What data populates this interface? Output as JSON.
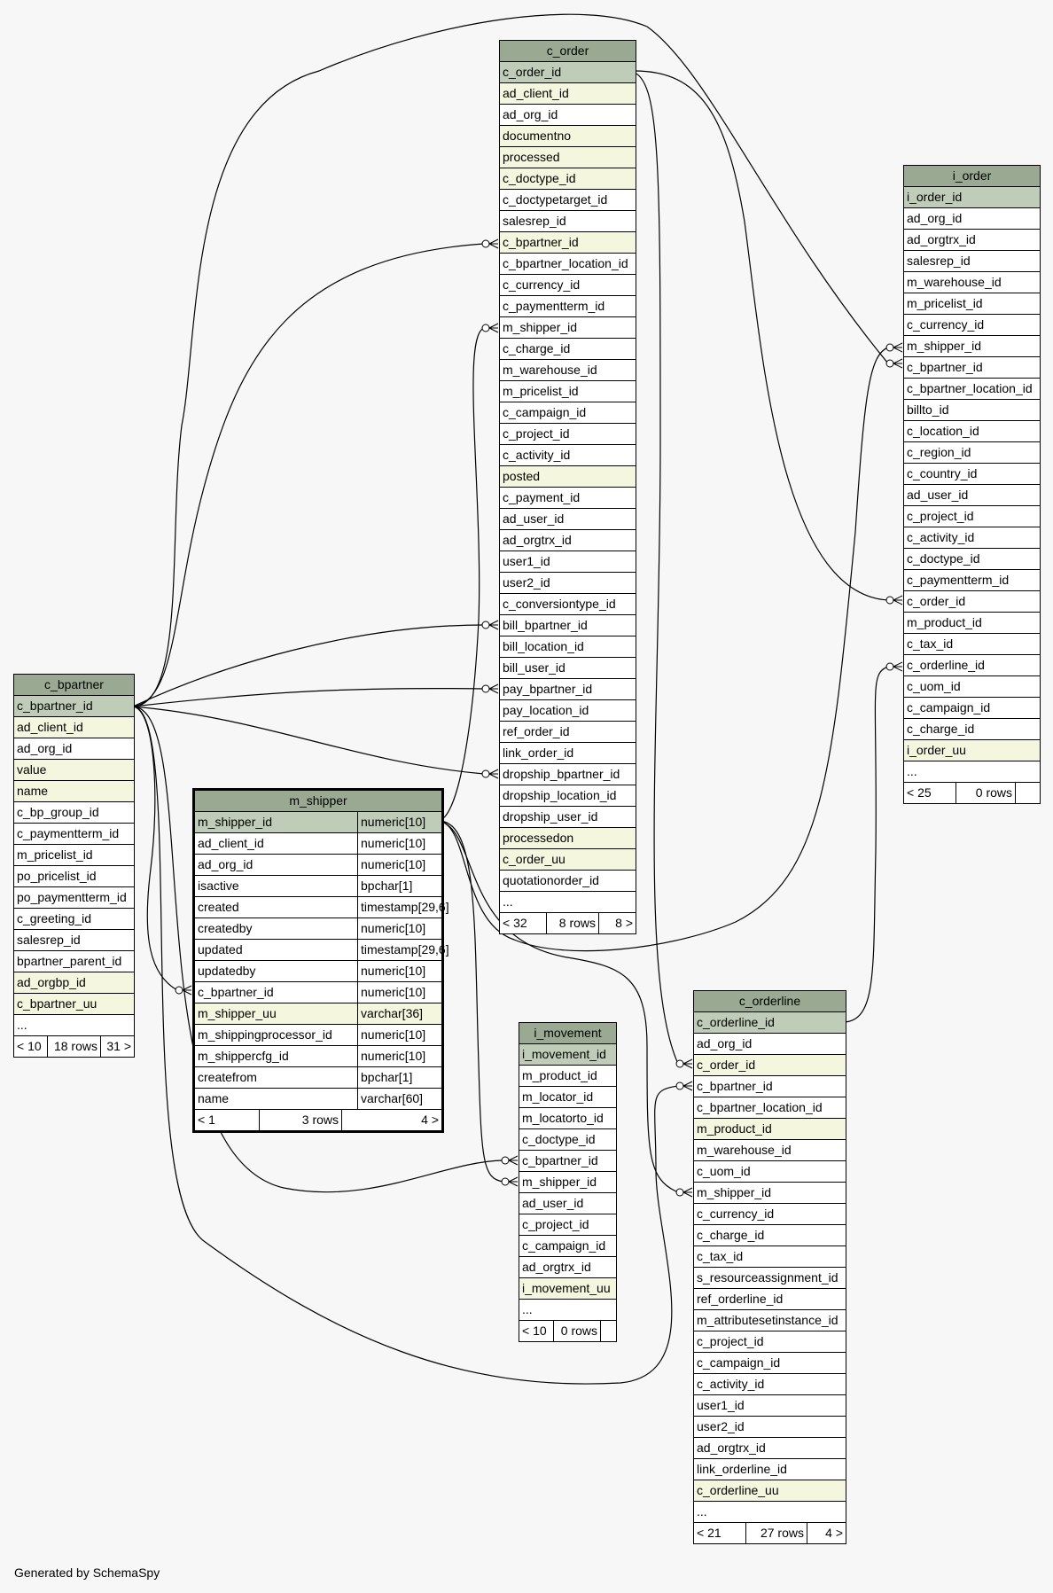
{
  "colors": {
    "title_bg": "#9aaa92",
    "pk_bg": "#bfcdb8",
    "indexed_bg": "#f4f7dd",
    "background": "#f7f7f7"
  },
  "footer": "Generated by SchemaSpy",
  "tables": {
    "c_order": {
      "name": "c_order",
      "columns": [
        {
          "name": "c_order_id",
          "style": "pk"
        },
        {
          "name": "ad_client_id",
          "style": "idx"
        },
        {
          "name": "ad_org_id",
          "style": ""
        },
        {
          "name": "documentno",
          "style": "idx"
        },
        {
          "name": "processed",
          "style": "idx"
        },
        {
          "name": "c_doctype_id",
          "style": "idx"
        },
        {
          "name": "c_doctypetarget_id",
          "style": ""
        },
        {
          "name": "salesrep_id",
          "style": ""
        },
        {
          "name": "c_bpartner_id",
          "style": "idx"
        },
        {
          "name": "c_bpartner_location_id",
          "style": ""
        },
        {
          "name": "c_currency_id",
          "style": ""
        },
        {
          "name": "c_paymentterm_id",
          "style": ""
        },
        {
          "name": "m_shipper_id",
          "style": ""
        },
        {
          "name": "c_charge_id",
          "style": ""
        },
        {
          "name": "m_warehouse_id",
          "style": ""
        },
        {
          "name": "m_pricelist_id",
          "style": ""
        },
        {
          "name": "c_campaign_id",
          "style": ""
        },
        {
          "name": "c_project_id",
          "style": ""
        },
        {
          "name": "c_activity_id",
          "style": ""
        },
        {
          "name": "posted",
          "style": "idx"
        },
        {
          "name": "c_payment_id",
          "style": ""
        },
        {
          "name": "ad_user_id",
          "style": ""
        },
        {
          "name": "ad_orgtrx_id",
          "style": ""
        },
        {
          "name": "user1_id",
          "style": ""
        },
        {
          "name": "user2_id",
          "style": ""
        },
        {
          "name": "c_conversiontype_id",
          "style": ""
        },
        {
          "name": "bill_bpartner_id",
          "style": ""
        },
        {
          "name": "bill_location_id",
          "style": ""
        },
        {
          "name": "bill_user_id",
          "style": ""
        },
        {
          "name": "pay_bpartner_id",
          "style": ""
        },
        {
          "name": "pay_location_id",
          "style": ""
        },
        {
          "name": "ref_order_id",
          "style": ""
        },
        {
          "name": "link_order_id",
          "style": ""
        },
        {
          "name": "dropship_bpartner_id",
          "style": ""
        },
        {
          "name": "dropship_location_id",
          "style": ""
        },
        {
          "name": "dropship_user_id",
          "style": ""
        },
        {
          "name": "processedon",
          "style": "idx"
        },
        {
          "name": "c_order_uu",
          "style": "idx"
        },
        {
          "name": "quotationorder_id",
          "style": ""
        },
        {
          "name": "...",
          "style": ""
        }
      ],
      "footer": {
        "parents": "< 32",
        "rows": "8 rows",
        "children": "8 >"
      }
    },
    "i_order": {
      "name": "i_order",
      "columns": [
        {
          "name": "i_order_id",
          "style": "pk"
        },
        {
          "name": "ad_org_id",
          "style": ""
        },
        {
          "name": "ad_orgtrx_id",
          "style": ""
        },
        {
          "name": "salesrep_id",
          "style": ""
        },
        {
          "name": "m_warehouse_id",
          "style": ""
        },
        {
          "name": "m_pricelist_id",
          "style": ""
        },
        {
          "name": "c_currency_id",
          "style": ""
        },
        {
          "name": "m_shipper_id",
          "style": ""
        },
        {
          "name": "c_bpartner_id",
          "style": ""
        },
        {
          "name": "c_bpartner_location_id",
          "style": ""
        },
        {
          "name": "billto_id",
          "style": ""
        },
        {
          "name": "c_location_id",
          "style": ""
        },
        {
          "name": "c_region_id",
          "style": ""
        },
        {
          "name": "c_country_id",
          "style": ""
        },
        {
          "name": "ad_user_id",
          "style": ""
        },
        {
          "name": "c_project_id",
          "style": ""
        },
        {
          "name": "c_activity_id",
          "style": ""
        },
        {
          "name": "c_doctype_id",
          "style": ""
        },
        {
          "name": "c_paymentterm_id",
          "style": ""
        },
        {
          "name": "c_order_id",
          "style": ""
        },
        {
          "name": "m_product_id",
          "style": ""
        },
        {
          "name": "c_tax_id",
          "style": ""
        },
        {
          "name": "c_orderline_id",
          "style": ""
        },
        {
          "name": "c_uom_id",
          "style": ""
        },
        {
          "name": "c_campaign_id",
          "style": ""
        },
        {
          "name": "c_charge_id",
          "style": ""
        },
        {
          "name": "i_order_uu",
          "style": "idx"
        },
        {
          "name": "...",
          "style": ""
        }
      ],
      "footer": {
        "parents": "< 25",
        "rows": "0 rows",
        "children": ""
      }
    },
    "c_bpartner": {
      "name": "c_bpartner",
      "columns": [
        {
          "name": "c_bpartner_id",
          "style": "pk"
        },
        {
          "name": "ad_client_id",
          "style": "idx"
        },
        {
          "name": "ad_org_id",
          "style": ""
        },
        {
          "name": "value",
          "style": "idx"
        },
        {
          "name": "name",
          "style": "idx"
        },
        {
          "name": "c_bp_group_id",
          "style": ""
        },
        {
          "name": "c_paymentterm_id",
          "style": ""
        },
        {
          "name": "m_pricelist_id",
          "style": ""
        },
        {
          "name": "po_pricelist_id",
          "style": ""
        },
        {
          "name": "po_paymentterm_id",
          "style": ""
        },
        {
          "name": "c_greeting_id",
          "style": ""
        },
        {
          "name": "salesrep_id",
          "style": ""
        },
        {
          "name": "bpartner_parent_id",
          "style": ""
        },
        {
          "name": "ad_orgbp_id",
          "style": "idx"
        },
        {
          "name": "c_bpartner_uu",
          "style": "idx"
        },
        {
          "name": "...",
          "style": ""
        }
      ],
      "footer": {
        "parents": "< 10",
        "rows": "18 rows",
        "children": "31 >"
      }
    },
    "m_shipper": {
      "name": "m_shipper",
      "columns": [
        {
          "name": "m_shipper_id",
          "type": "numeric[10]",
          "style": "pk"
        },
        {
          "name": "ad_client_id",
          "type": "numeric[10]",
          "style": ""
        },
        {
          "name": "ad_org_id",
          "type": "numeric[10]",
          "style": ""
        },
        {
          "name": "isactive",
          "type": "bpchar[1]",
          "style": ""
        },
        {
          "name": "created",
          "type": "timestamp[29,6]",
          "style": ""
        },
        {
          "name": "createdby",
          "type": "numeric[10]",
          "style": ""
        },
        {
          "name": "updated",
          "type": "timestamp[29,6]",
          "style": ""
        },
        {
          "name": "updatedby",
          "type": "numeric[10]",
          "style": ""
        },
        {
          "name": "c_bpartner_id",
          "type": "numeric[10]",
          "style": ""
        },
        {
          "name": "m_shipper_uu",
          "type": "varchar[36]",
          "style": "idx"
        },
        {
          "name": "m_shippingprocessor_id",
          "type": "numeric[10]",
          "style": ""
        },
        {
          "name": "m_shippercfg_id",
          "type": "numeric[10]",
          "style": ""
        },
        {
          "name": "createfrom",
          "type": "bpchar[1]",
          "style": ""
        },
        {
          "name": "name",
          "type": "varchar[60]",
          "style": ""
        }
      ],
      "footer": {
        "parents": "< 1",
        "rows": "3 rows",
        "children": "4 >"
      }
    },
    "i_movement": {
      "name": "i_movement",
      "columns": [
        {
          "name": "i_movement_id",
          "style": "pk"
        },
        {
          "name": "m_product_id",
          "style": ""
        },
        {
          "name": "m_locator_id",
          "style": ""
        },
        {
          "name": "m_locatorto_id",
          "style": ""
        },
        {
          "name": "c_doctype_id",
          "style": ""
        },
        {
          "name": "c_bpartner_id",
          "style": ""
        },
        {
          "name": "m_shipper_id",
          "style": ""
        },
        {
          "name": "ad_user_id",
          "style": ""
        },
        {
          "name": "c_project_id",
          "style": ""
        },
        {
          "name": "c_campaign_id",
          "style": ""
        },
        {
          "name": "ad_orgtrx_id",
          "style": ""
        },
        {
          "name": "i_movement_uu",
          "style": "idx"
        },
        {
          "name": "...",
          "style": ""
        }
      ],
      "footer": {
        "parents": "< 10",
        "rows": "0 rows",
        "children": ""
      }
    },
    "c_orderline": {
      "name": "c_orderline",
      "columns": [
        {
          "name": "c_orderline_id",
          "style": "pk"
        },
        {
          "name": "ad_org_id",
          "style": ""
        },
        {
          "name": "c_order_id",
          "style": "idx"
        },
        {
          "name": "c_bpartner_id",
          "style": ""
        },
        {
          "name": "c_bpartner_location_id",
          "style": ""
        },
        {
          "name": "m_product_id",
          "style": "idx"
        },
        {
          "name": "m_warehouse_id",
          "style": ""
        },
        {
          "name": "c_uom_id",
          "style": ""
        },
        {
          "name": "m_shipper_id",
          "style": ""
        },
        {
          "name": "c_currency_id",
          "style": ""
        },
        {
          "name": "c_charge_id",
          "style": ""
        },
        {
          "name": "c_tax_id",
          "style": ""
        },
        {
          "name": "s_resourceassignment_id",
          "style": ""
        },
        {
          "name": "ref_orderline_id",
          "style": ""
        },
        {
          "name": "m_attributesetinstance_id",
          "style": ""
        },
        {
          "name": "c_project_id",
          "style": ""
        },
        {
          "name": "c_campaign_id",
          "style": ""
        },
        {
          "name": "c_activity_id",
          "style": ""
        },
        {
          "name": "user1_id",
          "style": ""
        },
        {
          "name": "user2_id",
          "style": ""
        },
        {
          "name": "ad_orgtrx_id",
          "style": ""
        },
        {
          "name": "link_orderline_id",
          "style": ""
        },
        {
          "name": "c_orderline_uu",
          "style": "idx"
        },
        {
          "name": "...",
          "style": ""
        }
      ],
      "footer": {
        "parents": "< 21",
        "rows": "27 rows",
        "children": "4 >"
      }
    }
  }
}
